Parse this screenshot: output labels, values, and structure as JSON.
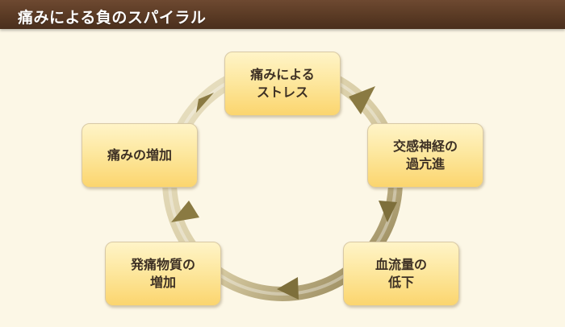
{
  "title": "痛みによる負のスパイラル",
  "nodes": [
    {
      "label": "痛みによる\nストレス"
    },
    {
      "label": "交感神経の\n過亢進"
    },
    {
      "label": "血流量の\n低下"
    },
    {
      "label": "発痛物質の\n増加"
    },
    {
      "label": "痛みの増加"
    }
  ],
  "colors": {
    "header": "#5a3a24",
    "background": "#fcf7e6",
    "node_fill": "#fde8a0",
    "ring": "#d8cca4",
    "arrow": "#8a7a42"
  }
}
